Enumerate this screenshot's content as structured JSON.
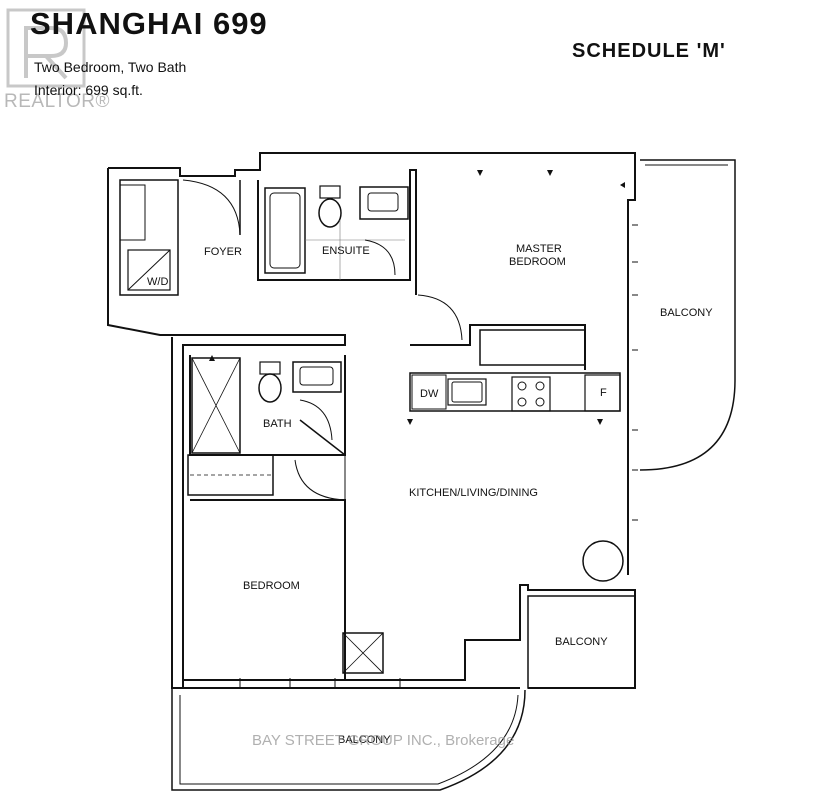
{
  "header": {
    "title": "SHANGHAI 699",
    "subtitle": "Two Bedroom, Two Bath",
    "interior": "Interior: 699 sq.ft.",
    "schedule": "SCHEDULE 'M'"
  },
  "brand": {
    "realtor_text": "REALTOR®",
    "watermark": "BAY STREET GROUP INC., Brokerage"
  },
  "rooms": {
    "foyer": "FOYER",
    "wd": "W/D",
    "ensuite": "ENSUITE",
    "master_bedroom_line1": "MASTER",
    "master_bedroom_line2": "BEDROOM",
    "balcony_east": "BALCONY",
    "dw": "DW",
    "fridge": "F",
    "bath": "BATH",
    "kitchen_living_dining": "KITCHEN/LIVING/DINING",
    "bedroom": "BEDROOM",
    "balcony_small": "BALCONY",
    "balcony_south": "BALCONY"
  },
  "colors": {
    "wall": "#111111",
    "fixture": "#222222",
    "watermark": "#969696"
  }
}
